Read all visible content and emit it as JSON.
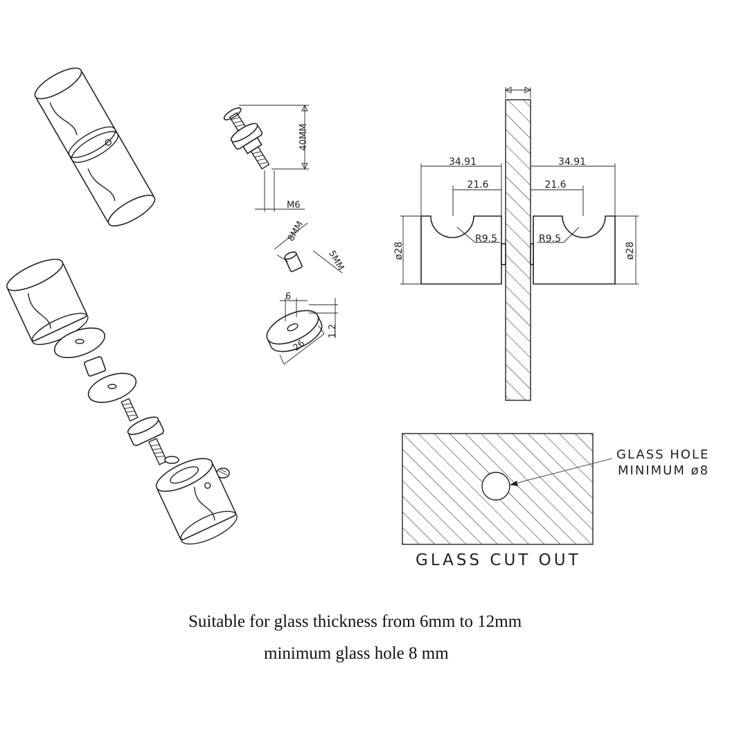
{
  "dims": {
    "length": "40MM",
    "thread": "M6",
    "spacer_dia": "8MM",
    "spacer_len": "5MM",
    "washer_hole": "6",
    "washer_thk": "1.2",
    "washer_dia": "26",
    "left_overall": "34.91",
    "right_overall": "34.91",
    "left_neck": "21.6",
    "right_neck": "21.6",
    "left_radius": "R9.5",
    "right_radius": "R9.5",
    "left_dia": "ø28",
    "right_dia": "ø28"
  },
  "cutout": {
    "callout_line1": "GLASS HOLE",
    "callout_line2": "MINIMUM ø8",
    "title": "GLASS CUT OUT"
  },
  "notes": {
    "line1": "Suitable for glass thickness from 6mm to 12mm",
    "line2": "minimum glass hole 8 mm"
  },
  "colors": {
    "ink": "#222222",
    "background": "#ffffff"
  }
}
